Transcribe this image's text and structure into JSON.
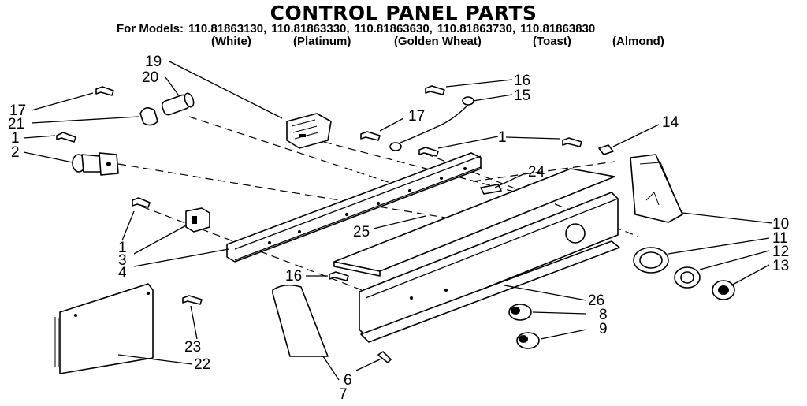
{
  "header": {
    "title": "CONTROL PANEL PARTS",
    "models_prefix": "For Models:",
    "models": [
      "110.81863130,",
      "110.81863330,",
      "110.81863630,",
      "110.81863730,",
      "110.81863830"
    ],
    "colors": [
      "(White)",
      "(Platinum)",
      "(Golden Wheat)",
      "(Toast)",
      "(Almond)"
    ]
  },
  "callouts": {
    "c1a": "1",
    "c1b": "1",
    "c1c": "1",
    "c2": "2",
    "c3": "3",
    "c4": "4",
    "c6": "6",
    "c7": "7",
    "c8": "8",
    "c9": "9",
    "c10": "10",
    "c11": "11",
    "c12": "12",
    "c13": "13",
    "c14": "14",
    "c15": "15",
    "c16a": "16",
    "c16b": "16",
    "c17a": "17",
    "c17b": "17",
    "c19": "19",
    "c20": "20",
    "c21": "21",
    "c22": "22",
    "c23": "23",
    "c24": "24",
    "c25": "25",
    "c26": "26"
  }
}
